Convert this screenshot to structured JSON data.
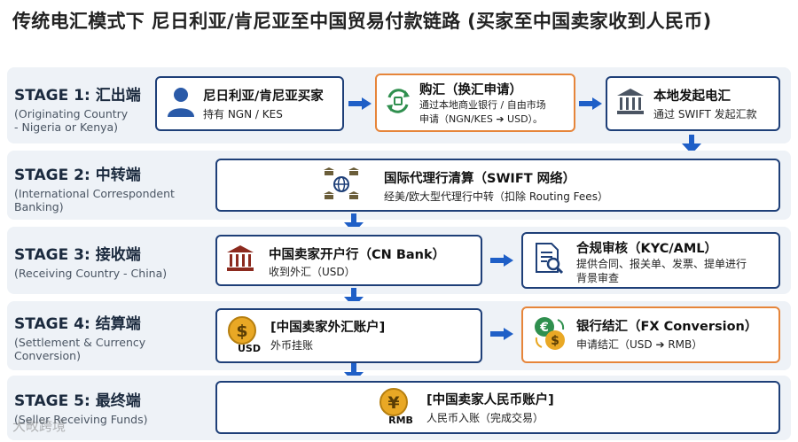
{
  "title": "传统电汇模式下 尼日利亚/肯尼亚至中国贸易付款链路 (买家至中国卖家收到人民币)",
  "stages": [
    {
      "title": "STAGE 1: 汇出端",
      "sub1": "(Originating Country",
      "sub2": "- Nigeria or Kenya)"
    },
    {
      "title": "STAGE 2: 中转端",
      "sub1": "(International Correspondent",
      "sub2": "Banking)"
    },
    {
      "title": "STAGE 3: 接收端",
      "sub1": "(Receiving Country - China)",
      "sub2": ""
    },
    {
      "title": "STAGE 4: 结算端",
      "sub1": "(Settlement & Currency",
      "sub2": "Conversion)"
    },
    {
      "title": "STAGE 5: 最终端",
      "sub1": "(Seller Receiving Funds)",
      "sub2": ""
    }
  ],
  "boxes": {
    "buyer": {
      "title": "尼日利亚/肯尼亚买家",
      "line1": "持有 NGN / KES"
    },
    "purchase_fx": {
      "title": "购汇（换汇申请）",
      "line1": "通过本地商业银行 / 自由市场",
      "line2": "申请（NGN/KES ➔ USD）。"
    },
    "local_wire": {
      "title": "本地发起电汇",
      "line1": "通过 SWIFT 发起汇款"
    },
    "swift": {
      "title": "国际代理行清算（SWIFT 网络）",
      "line1": "经美/欧大型代理行中转（扣除 Routing Fees）"
    },
    "cn_bank": {
      "title": "中国卖家开户行（CN Bank）",
      "line1": "收到外汇（USD）"
    },
    "compliance": {
      "title": "合规审核（KYC/AML）",
      "line1": "提供合同、报关单、发票、提单进行",
      "line2": "背景审查"
    },
    "fx_account": {
      "title": "[中国卖家外汇账户]",
      "line1": "外币挂账"
    },
    "fx_conversion": {
      "title": "银行结汇（FX Conversion）",
      "line1": "申请结汇（USD ➔ RMB）"
    },
    "rmb_account": {
      "title": "[中国卖家人民币账户]",
      "line1": "人民币入账（完成交易）"
    }
  },
  "icon_text": {
    "usd": "USD",
    "rmb": "RMB"
  },
  "watermark": "大畋跨境",
  "colors": {
    "border_blue": "#1e3f78",
    "border_orange": "#e6853a",
    "arrow_blue": "#1f5fc7",
    "band": "#eef2f7",
    "coin_gold": "#e9a825",
    "fx_green": "#2f8f4e"
  }
}
